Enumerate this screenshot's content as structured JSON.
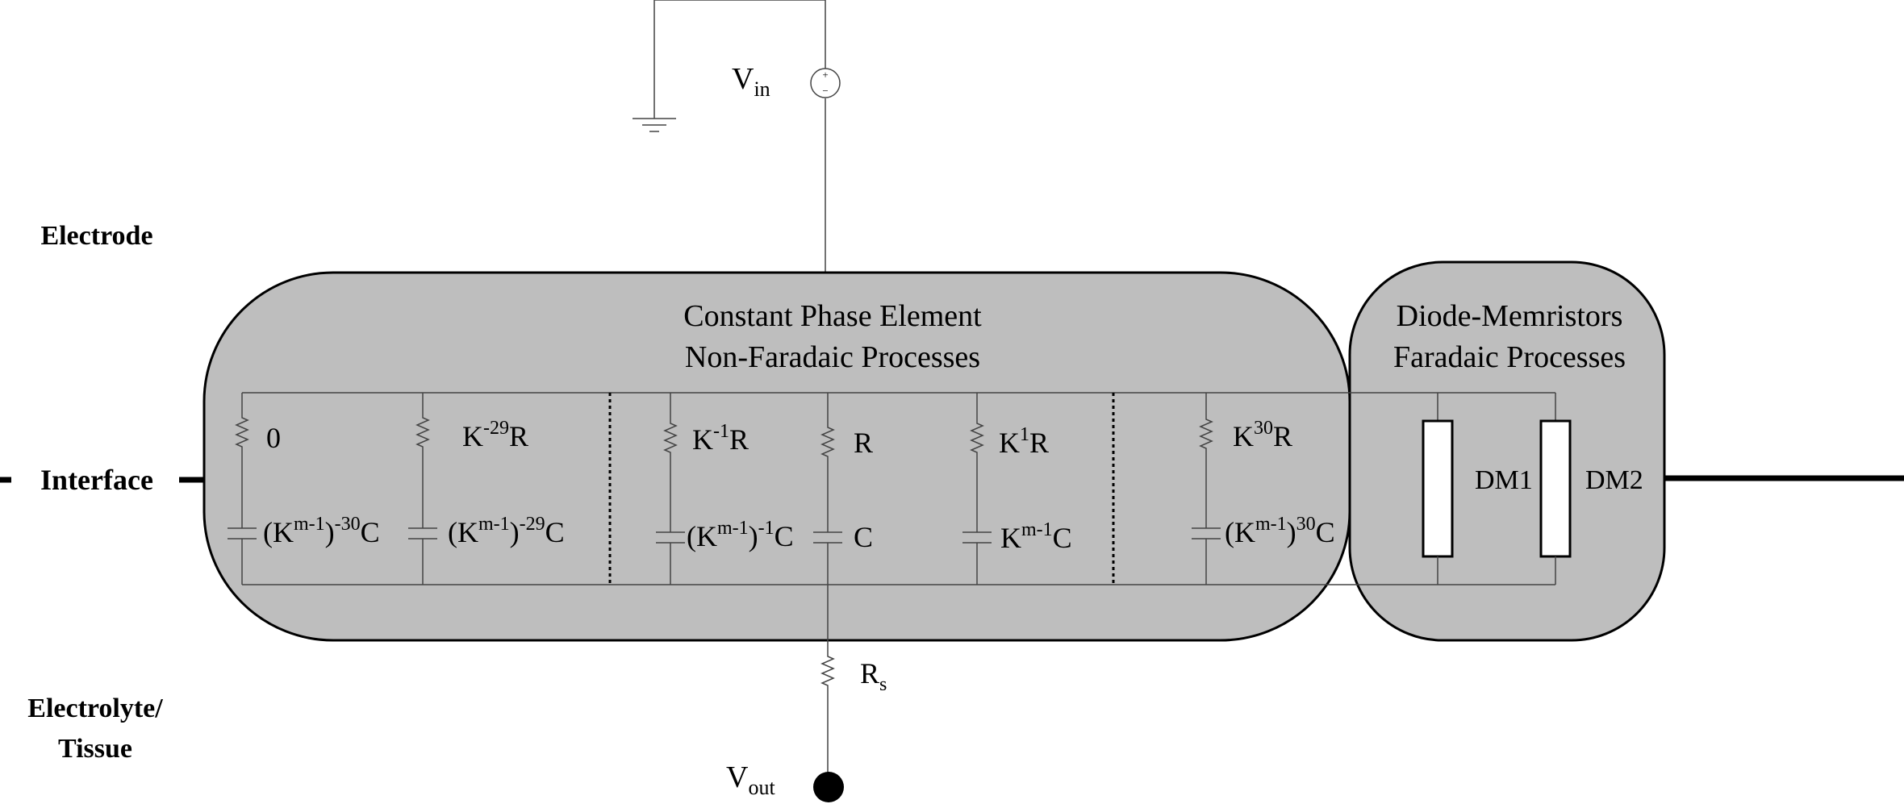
{
  "region_labels": {
    "electrode": "Electrode",
    "interface": "Interface",
    "electrolyte_line1": "Electrolyte/",
    "electrolyte_line2": "Tissue"
  },
  "source": {
    "label_main": "V",
    "label_sub": "in",
    "plus_sign": "+",
    "minus_sign": "−"
  },
  "output": {
    "label_main": "V",
    "label_sub": "out"
  },
  "series_resistor": {
    "label_main": "R",
    "label_sub": "s"
  },
  "cpe_box": {
    "title_line1": "Constant Phase Element",
    "title_line2": "Non-Faradaic Processes"
  },
  "dm_box": {
    "title_line1": "Diode-Memristors",
    "title_line2": "Faradaic Processes",
    "elements": [
      {
        "label": "DM1"
      },
      {
        "label": "DM2"
      }
    ]
  },
  "branches": [
    {
      "r_main": "0",
      "r_sup": "",
      "r_tail": "",
      "c_pre": "(K",
      "c_sup1": "m-1",
      "c_mid": ")",
      "c_sup2": "-30",
      "c_tail": "C"
    },
    {
      "r_main": "K",
      "r_sup": "-29",
      "r_tail": "R",
      "c_pre": "(K",
      "c_sup1": "m-1",
      "c_mid": ")",
      "c_sup2": "-29",
      "c_tail": "C"
    },
    {
      "r_main": "K",
      "r_sup": "-1",
      "r_tail": "R",
      "c_pre": "(K",
      "c_sup1": "m-1",
      "c_mid": ")",
      "c_sup2": "-1",
      "c_tail": "C"
    },
    {
      "r_main": "R",
      "r_sup": "",
      "r_tail": "",
      "c_pre": "C",
      "c_sup1": "",
      "c_mid": "",
      "c_sup2": "",
      "c_tail": ""
    },
    {
      "r_main": "K",
      "r_sup": "1",
      "r_tail": "R",
      "c_pre": "K",
      "c_sup1": "m-1",
      "c_mid": "",
      "c_sup2": "",
      "c_tail": "C"
    },
    {
      "r_main": "K",
      "r_sup": "30",
      "r_tail": "R",
      "c_pre": "(K",
      "c_sup1": "m-1",
      "c_mid": ")",
      "c_sup2": "30",
      "c_tail": "C"
    }
  ],
  "colors": {
    "box_fill": "#bebebe",
    "box_stroke": "#000000",
    "wire": "#444444",
    "element_fill": "#ffffff"
  }
}
